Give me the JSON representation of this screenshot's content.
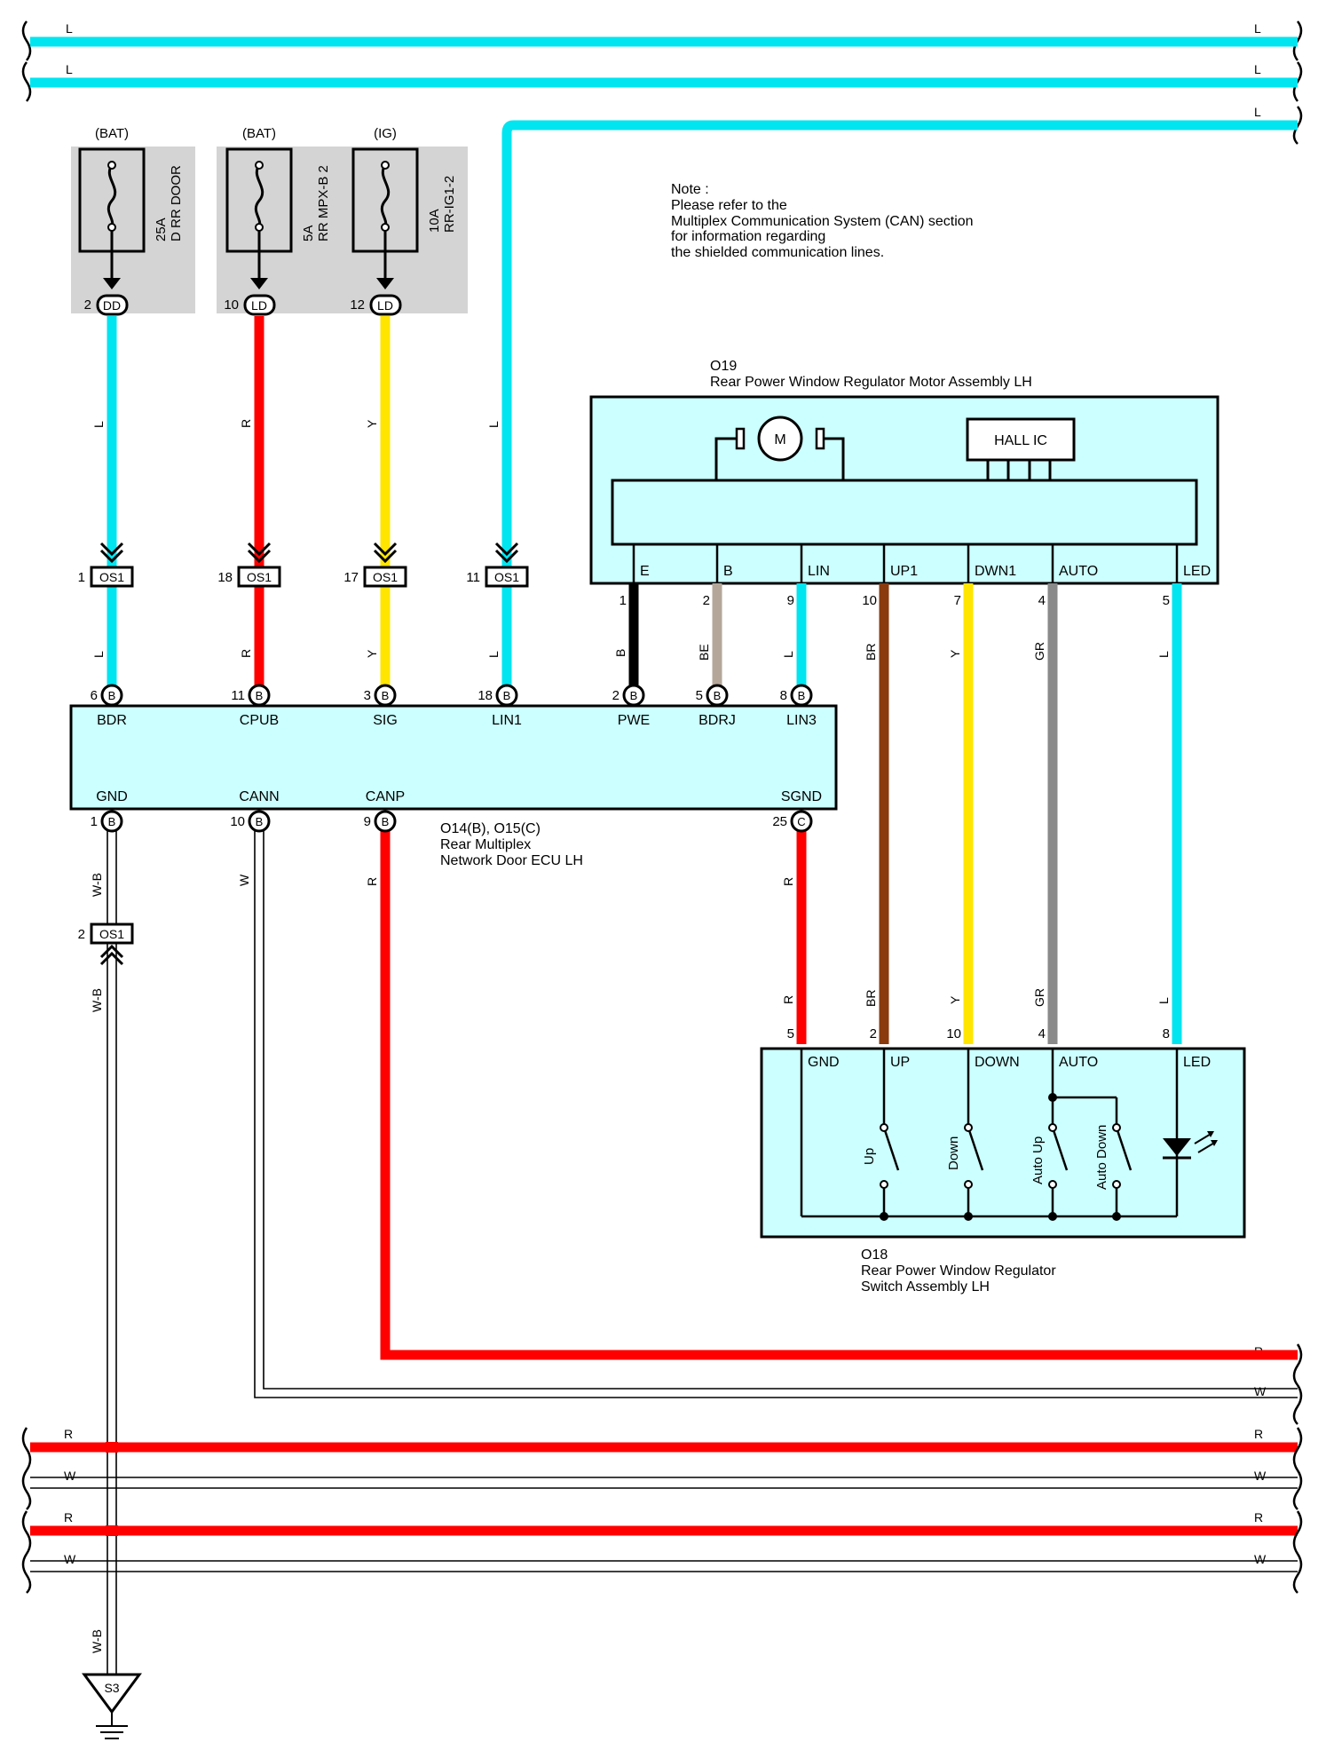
{
  "note": {
    "lines": [
      "Note :",
      "Please refer to the",
      "Multiplex Communication System (CAN) section",
      "for information regarding",
      "the shielded communication lines."
    ]
  },
  "colors": {
    "L": "#00e5f0",
    "R": "#ff0000",
    "Y": "#ffe500",
    "B": "#000000",
    "BE": "#b4a79a",
    "BR": "#8a3a0c",
    "GR": "#8a8a8a",
    "W": "#ffffff",
    "box_fill": "#ccffff",
    "fuse_bg": "#d4d4d4"
  },
  "top_buses": [
    "L",
    "L",
    "L"
  ],
  "bottom_buses": [
    "R",
    "W",
    "R",
    "W",
    "R",
    "W"
  ],
  "fuses": [
    {
      "source": "(BAT)",
      "amp": "25A",
      "name": "D RR DOOR",
      "pin": "2",
      "conn": "DD",
      "wire": "L"
    },
    {
      "source": "(BAT)",
      "amp": "5A",
      "name": "RR MPX-B 2",
      "pin": "10",
      "conn": "LD",
      "wire": "R"
    },
    {
      "source": "(IG)",
      "amp": "10A",
      "name": "RR-IG1-2",
      "pin": "12",
      "conn": "LD",
      "wire": "Y"
    }
  ],
  "os1_connectors": [
    {
      "pin": "1",
      "label": "OS1",
      "wire": "L"
    },
    {
      "pin": "18",
      "label": "OS1",
      "wire": "R"
    },
    {
      "pin": "17",
      "label": "OS1",
      "wire": "Y"
    },
    {
      "pin": "11",
      "label": "OS1",
      "wire": "L"
    },
    {
      "pin": "2",
      "label": "OS1",
      "wire": "W-B"
    }
  ],
  "ecu": {
    "id": "O14(B), O15(C)",
    "name_lines": [
      "Rear Multiplex",
      "Network Door ECU LH"
    ],
    "top_pins": [
      {
        "num": "6",
        "conn": "B",
        "label": "BDR",
        "wire": "L"
      },
      {
        "num": "11",
        "conn": "B",
        "label": "CPUB",
        "wire": "R"
      },
      {
        "num": "3",
        "conn": "B",
        "label": "SIG",
        "wire": "Y"
      },
      {
        "num": "18",
        "conn": "B",
        "label": "LIN1",
        "wire": "L"
      },
      {
        "num": "2",
        "conn": "B",
        "label": "PWE",
        "wire": "B"
      },
      {
        "num": "5",
        "conn": "B",
        "label": "BDRJ",
        "wire": "BE"
      },
      {
        "num": "8",
        "conn": "B",
        "label": "LIN3",
        "wire": "L"
      }
    ],
    "bottom_pins": [
      {
        "num": "1",
        "conn": "B",
        "label": "GND",
        "wire": "W-B"
      },
      {
        "num": "10",
        "conn": "B",
        "label": "CANN",
        "wire": "W"
      },
      {
        "num": "9",
        "conn": "B",
        "label": "CANP",
        "wire": "R"
      },
      {
        "num": "25",
        "conn": "C",
        "label": "SGND",
        "wire": "R"
      }
    ]
  },
  "motor": {
    "id": "O19",
    "name": "Rear Power Window Regulator Motor Assembly LH",
    "motor_symbol": "M",
    "hall_ic": "HALL IC",
    "pins": [
      {
        "label": "E",
        "num": "1",
        "wire": "B"
      },
      {
        "label": "B",
        "num": "2",
        "wire": "BE"
      },
      {
        "label": "LIN",
        "num": "9",
        "wire": "L"
      },
      {
        "label": "UP1",
        "num": "10",
        "wire": "BR"
      },
      {
        "label": "DWN1",
        "num": "7",
        "wire": "Y"
      },
      {
        "label": "AUTO",
        "num": "4",
        "wire": "GR"
      },
      {
        "label": "LED",
        "num": "5",
        "wire": "L"
      }
    ]
  },
  "switch": {
    "id": "O18",
    "name_lines": [
      "Rear Power Window Regulator",
      "Switch Assembly LH"
    ],
    "pins": [
      {
        "label": "GND",
        "num": "5",
        "wire": "R"
      },
      {
        "label": "UP",
        "num": "2",
        "wire": "BR"
      },
      {
        "label": "DOWN",
        "num": "10",
        "wire": "Y"
      },
      {
        "label": "AUTO",
        "num": "4",
        "wire": "GR"
      },
      {
        "label": "LED",
        "num": "8",
        "wire": "L"
      }
    ],
    "contacts": [
      "Up",
      "Down",
      "Auto Up",
      "Auto Down"
    ]
  },
  "ground": {
    "label": "S3",
    "wire": "W-B"
  }
}
